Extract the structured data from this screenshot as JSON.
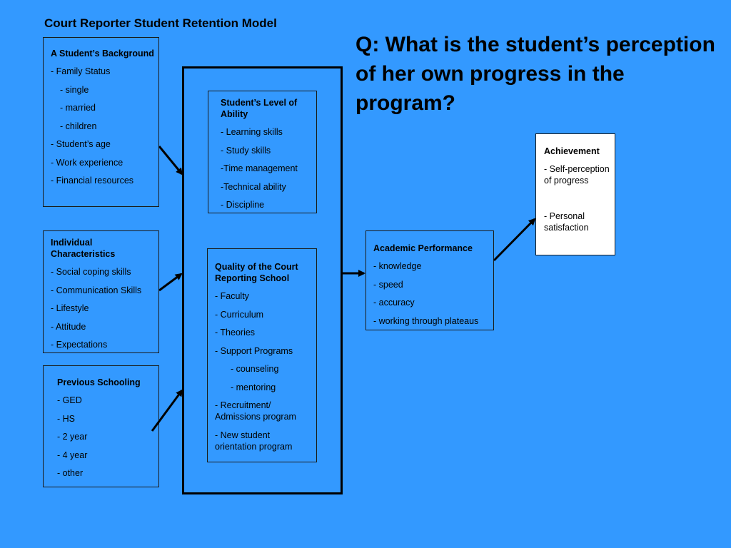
{
  "title": "Court Reporter Student Retention Model",
  "question": "Q: What is the student’s perception of her own progress in the program?",
  "background": {
    "head": "A Student’s Background",
    "items": [
      "- Family Status",
      "- single",
      "- married",
      "- children",
      "- Student’s age",
      "- Work experience",
      "- Financial resources"
    ]
  },
  "individual": {
    "head": "Individual Characteristics",
    "items": [
      "- Social coping skills",
      "- Communication Skills",
      "- Lifestyle",
      "- Attitude",
      "- Expectations"
    ]
  },
  "schooling": {
    "head": "Previous Schooling",
    "items": [
      "- GED",
      "- HS",
      "- 2 year",
      "- 4 year",
      "- other"
    ]
  },
  "ability": {
    "head": "Student’s Level of Ability",
    "items": [
      "- Learning skills",
      "- Study skills",
      "-Time management",
      "-Technical ability",
      "- Discipline"
    ]
  },
  "quality": {
    "head": "Quality of the Court Reporting School",
    "items": [
      "- Faculty",
      "- Curriculum",
      "- Theories",
      "- Support Programs",
      "- counseling",
      "- mentoring",
      "- Recruitment/ Admissions program",
      "- New student orientation program"
    ]
  },
  "academic": {
    "head": "Academic Performance",
    "items": [
      "- knowledge",
      "- speed",
      "- accuracy",
      "- working through plateaus"
    ]
  },
  "achievement": {
    "head": "Achievement",
    "items": [
      "- Self-perception of progress",
      "- Personal satisfaction"
    ]
  }
}
